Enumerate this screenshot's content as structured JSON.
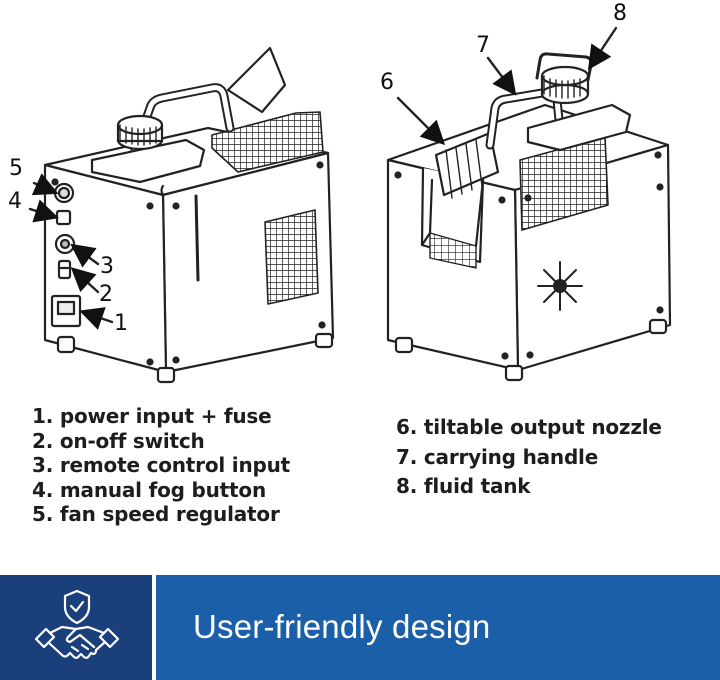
{
  "callouts": [
    "1",
    "2",
    "3",
    "4",
    "5",
    "6",
    "7",
    "8"
  ],
  "legend_left": [
    "1.  power input + fuse",
    "2. on-off switch",
    "3. remote control input",
    "4. manual fog button",
    "5. fan speed regulator"
  ],
  "legend_right": [
    "6. tiltable output nozzle",
    "7. carrying handle",
    "8. fluid tank"
  ],
  "footer": {
    "title": "User-friendly design",
    "icon": "handshake-shield-icon"
  },
  "colors": {
    "footer_dark": "#1a3f7a",
    "footer_banner": "#1b5fa8",
    "text": "#1d1d1d"
  }
}
